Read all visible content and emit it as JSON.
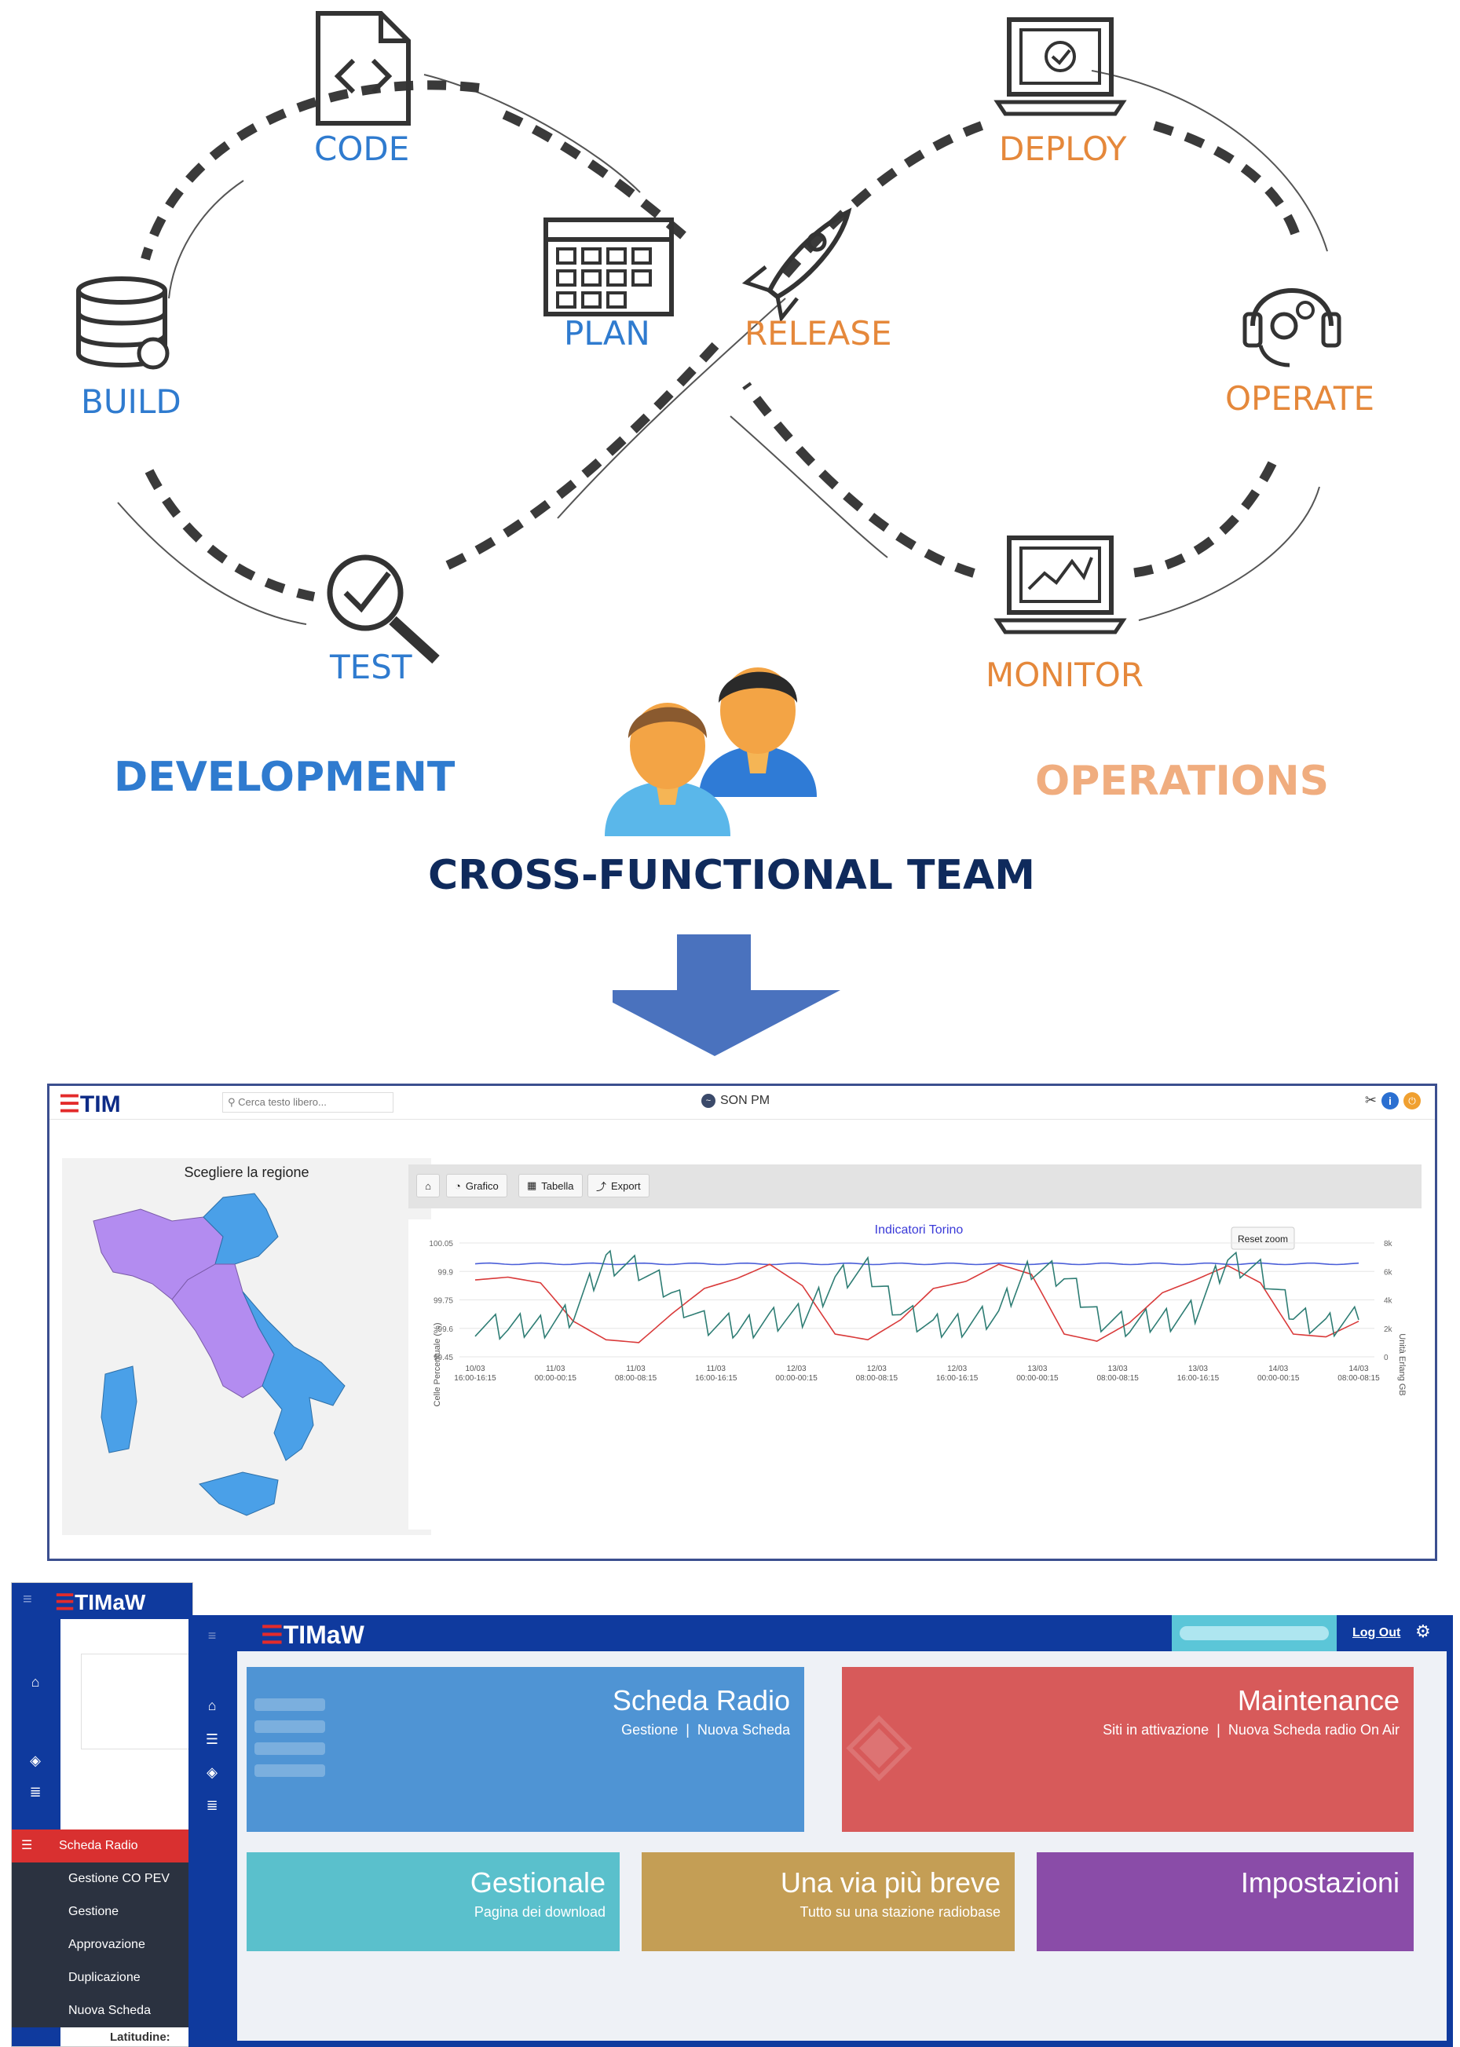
{
  "diagram": {
    "stages": {
      "code": "CODE",
      "plan": "PLAN",
      "build": "BUILD",
      "test": "TEST",
      "release": "RELEASE",
      "deploy": "DEPLOY",
      "operate": "OPERATE",
      "monitor": "MONITOR"
    },
    "development": "DEVELOPMENT",
    "operations": "OPERATIONS",
    "team": "CROSS-FUNCTIONAL TEAM",
    "colors": {
      "dev": "#2f7bcf",
      "ops": "#e5883b",
      "team": "#0f2a5c",
      "arrow": "#4a72be"
    }
  },
  "sonpm": {
    "logo": "TIM",
    "search_placeholder": "Cerca testo libero...",
    "app_title": "SON PM",
    "map_title": "Scegliere la regione",
    "toolbar": {
      "chart": "Grafico",
      "table": "Tabella",
      "export": "Export"
    },
    "reset_zoom": "Reset zoom"
  },
  "chart_data": {
    "type": "line",
    "title": "Indicatori Torino",
    "ylabel_left": "Celle Percentuale (%)",
    "ylabel_right": "Unità Erlang GB",
    "y_ticks_left": [
      "100.05",
      "99.9",
      "99.75",
      "99.6",
      "99.45"
    ],
    "y_ticks_right": [
      "8k",
      "6k",
      "4k",
      "2k",
      "0"
    ],
    "ylim_left": [
      99.45,
      100.05
    ],
    "ylim_right": [
      0,
      8000
    ],
    "x_ticks": [
      [
        "10/03",
        "16:00-16:15"
      ],
      [
        "11/03",
        "00:00-00:15"
      ],
      [
        "11/03",
        "08:00-08:15"
      ],
      [
        "11/03",
        "16:00-16:15"
      ],
      [
        "12/03",
        "00:00-00:15"
      ],
      [
        "12/03",
        "08:00-08:15"
      ],
      [
        "12/03",
        "16:00-16:15"
      ],
      [
        "13/03",
        "00:00-00:15"
      ],
      [
        "13/03",
        "08:00-08:15"
      ],
      [
        "13/03",
        "16:00-16:15"
      ],
      [
        "14/03",
        "00:00-00:15"
      ],
      [
        "14/03",
        "08:00-08:15"
      ]
    ],
    "series": [
      {
        "color": "#4b5fd8",
        "level": 99.94
      },
      {
        "color": "#d93a3a",
        "values_k": [
          5.4,
          5.6,
          5.2,
          2.5,
          1.2,
          1.0,
          3.0,
          4.8,
          5.5,
          6.5,
          5.0,
          1.6,
          1.2,
          2.6,
          4.8,
          5.3,
          6.5,
          5.8,
          1.6,
          1.1,
          2.4,
          4.5,
          5.4,
          6.4,
          5.2,
          1.6,
          1.4,
          2.5
        ]
      },
      {
        "color": "#2e7d74",
        "values_k": [
          2.4,
          2.0,
          2.2,
          3.0,
          6.8,
          6.2,
          4.5,
          2.4,
          2.0,
          2.6,
          2.8,
          5.5,
          6.0,
          3.2,
          2.0,
          2.4,
          3.0,
          6.4,
          5.6,
          2.8,
          2.2,
          2.6,
          3.2,
          6.8,
          6.0,
          3.0,
          2.2,
          2.6
        ]
      }
    ]
  },
  "timaw": {
    "logo": "TIMaW",
    "logout": "Log Out",
    "tiles": {
      "scheda_radio": {
        "title": "Scheda Radio",
        "sub1": "Gestione",
        "sub2": "Nuova Scheda",
        "color": "#4f94d4"
      },
      "maintenance": {
        "title": "Maintenance",
        "sub1": "Siti in attivazione",
        "sub2": "Nuova Scheda radio On Air",
        "color": "#d75a5a"
      },
      "gestionale": {
        "title": "Gestionale",
        "sub1": "Pagina dei download",
        "color": "#5ac0cc"
      },
      "via_breve": {
        "title": "Una via più breve",
        "sub1": "Tutto su una stazione radiobase",
        "color": "#c49e55"
      },
      "impostazioni": {
        "title": "Impostazioni",
        "color": "#8a4ca8"
      }
    },
    "menu": {
      "active": "Scheda Radio",
      "items": [
        "Gestione CO PEV",
        "Gestione",
        "Approvazione",
        "Duplicazione",
        "Nuova Scheda"
      ],
      "field_label": "Latitudine:"
    }
  }
}
